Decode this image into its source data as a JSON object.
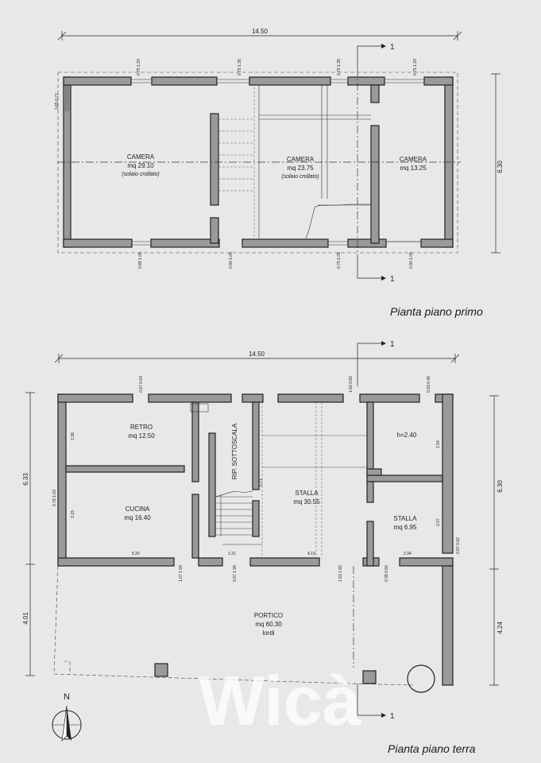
{
  "upper_floor": {
    "title": "Pianta piano primo",
    "dim_width": "14.50",
    "dim_height": "6.30",
    "section_mark": "1",
    "rooms": [
      {
        "name": "CAMERA",
        "area": "mq 29.10",
        "note": "(solaio crollato)"
      },
      {
        "name": "CAMERA",
        "area": "mq 23.75",
        "note": "(solaio crollato)"
      },
      {
        "name": "CAMERA",
        "area": "mq 13.25",
        "note": ""
      }
    ],
    "openings": [
      "0.75 1.20",
      "0.75 1.35",
      "0.75 1.35",
      "0.75 1.20",
      "0.85 1.05",
      "0.90 1.05",
      "0.75 1.05",
      "0.90 1.05",
      "0.65 0.72"
    ]
  },
  "ground_floor": {
    "title": "Pianta piano terra",
    "dim_width": "14.50",
    "dim_height_right_total": "6.30",
    "dim_height_right_portico": "4.24",
    "dim_height_left_upper": "6.33",
    "dim_height_left_lower": "4.01",
    "section_mark": "1",
    "rooms": [
      {
        "name": "RETRO",
        "area": "mq 12.50"
      },
      {
        "name": "CUCINA",
        "area": "mq 16.40"
      },
      {
        "name": "RIP. SOTTOSCALA",
        "area": ""
      },
      {
        "name": "STALLA",
        "area": "mq 30.55"
      },
      {
        "name": "h=2.40",
        "area": ""
      },
      {
        "name": "STALLA",
        "area": "mq 6.95"
      },
      {
        "name": "PORTICO",
        "area": "mq 60.30",
        "note": "lordi"
      }
    ],
    "measures": [
      "2.38",
      "3.15",
      "5.25",
      "1.31",
      "4.19",
      "5.71",
      "2.54",
      "2.07",
      "2.34"
    ],
    "openings": [
      "0.67 0.54",
      "1.60 0.50",
      "0.53 0.46",
      "0.78 1.03",
      "1.07 1.59",
      "0.97 1.99",
      "1.53 1.82",
      "0.38 0.60",
      "0.97 0.62"
    ]
  },
  "compass": {
    "label": "N"
  },
  "watermark": {
    "text": "Wicà"
  },
  "colors": {
    "paper": "#e8e8e6",
    "wall_fill": "#9a9a9a",
    "ink": "#222222"
  }
}
